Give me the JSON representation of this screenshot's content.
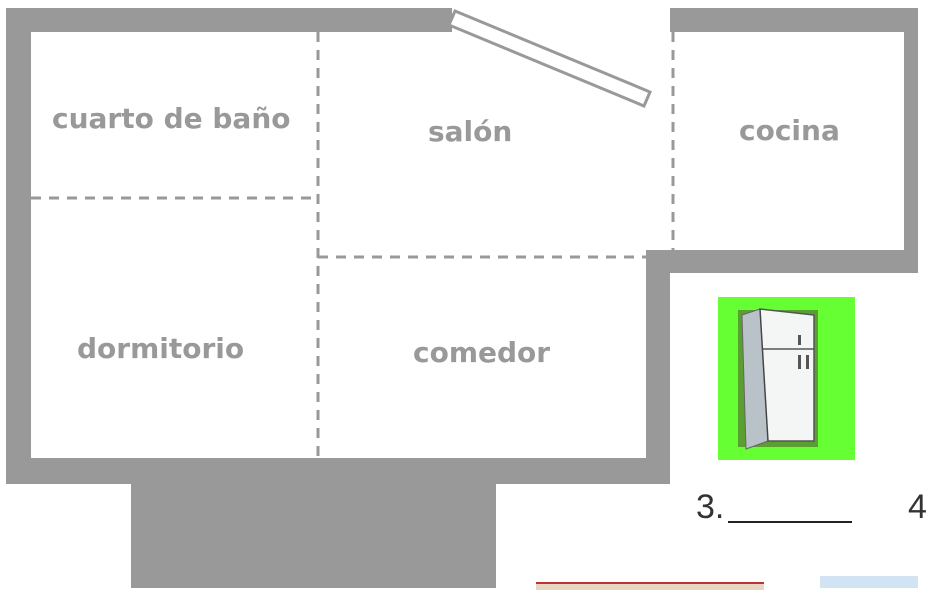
{
  "rooms": {
    "bathroom": "cuarto de baño",
    "living_room": "salón",
    "kitchen": "cocina",
    "bedroom": "dormitorio",
    "dining_room": "comedor"
  },
  "exercise": {
    "item3_number": "3.",
    "item4_number": "4"
  },
  "pictures": {
    "fridge": "refrigerator-picture"
  },
  "colors": {
    "wall": "#999999",
    "fridge_bg": "#66ff33"
  }
}
